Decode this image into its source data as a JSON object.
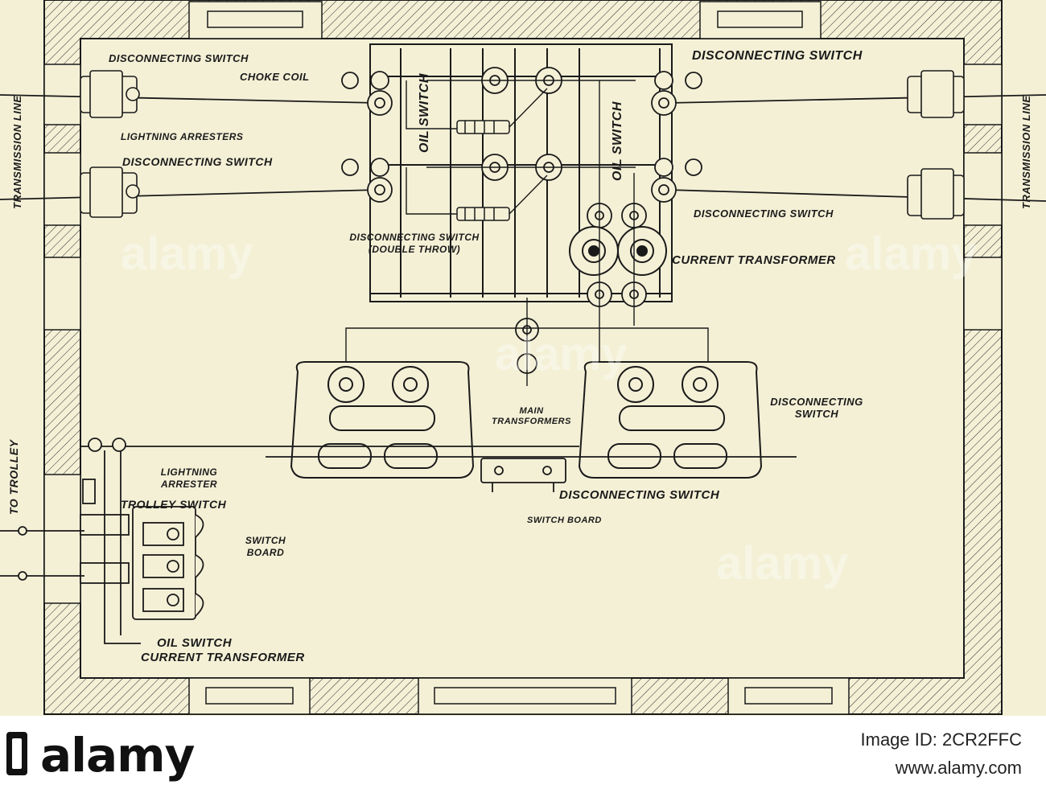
{
  "diagram": {
    "labels": {
      "transmission_line_left": "TRANSMISSION LINE",
      "transmission_line_right": "TRANSMISSION LINE",
      "disconnecting_switch_top_left": "DISCONNECTING SWITCH",
      "choke_coil": "CHOKE COIL",
      "lightning_arresters": "LIGHTNING ARRESTERS",
      "disconnecting_switch_mid_left": "DISCONNECTING SWITCH",
      "oil_switch_left": "OIL SWITCH",
      "oil_switch_right": "OIL SWITCH",
      "disconnecting_switch_top_right": "DISCONNECTING SWITCH",
      "disconnecting_switch_mid_right": "DISCONNECTING SWITCH",
      "disconnecting_switch_double_throw": "DISCONNECTING SWITCH (DOUBLE THROW)",
      "current_transformer_top": "CURRENT TRANSFORMER",
      "main_transformers": "MAIN TRANSFORMERS",
      "disconnecting_switch_transformer": "DISCONNECTING SWITCH",
      "disconnecting_switch_bottom": "DISCONNECTING SWITCH",
      "switch_board_center": "SWITCH BOARD",
      "to_trolley": "TO TROLLEY",
      "lightning_arrester": "LIGHTNING ARRESTER",
      "trolley_switch": "TROLLEY SWITCH",
      "switch_board_left": "SWITCH BOARD",
      "oil_switch_bottom": "OIL SWITCH",
      "current_transformer_bottom": "CURRENT TRANSFORMER"
    }
  },
  "watermark": "alamy",
  "footer": {
    "brand": "alamy",
    "image_id": "Image ID: 2CR2FFC",
    "url": "www.alamy.com"
  },
  "colors": {
    "paper": "#f4f0d6",
    "ink": "#1a1a1a",
    "footer_bg": "#ffffff"
  }
}
